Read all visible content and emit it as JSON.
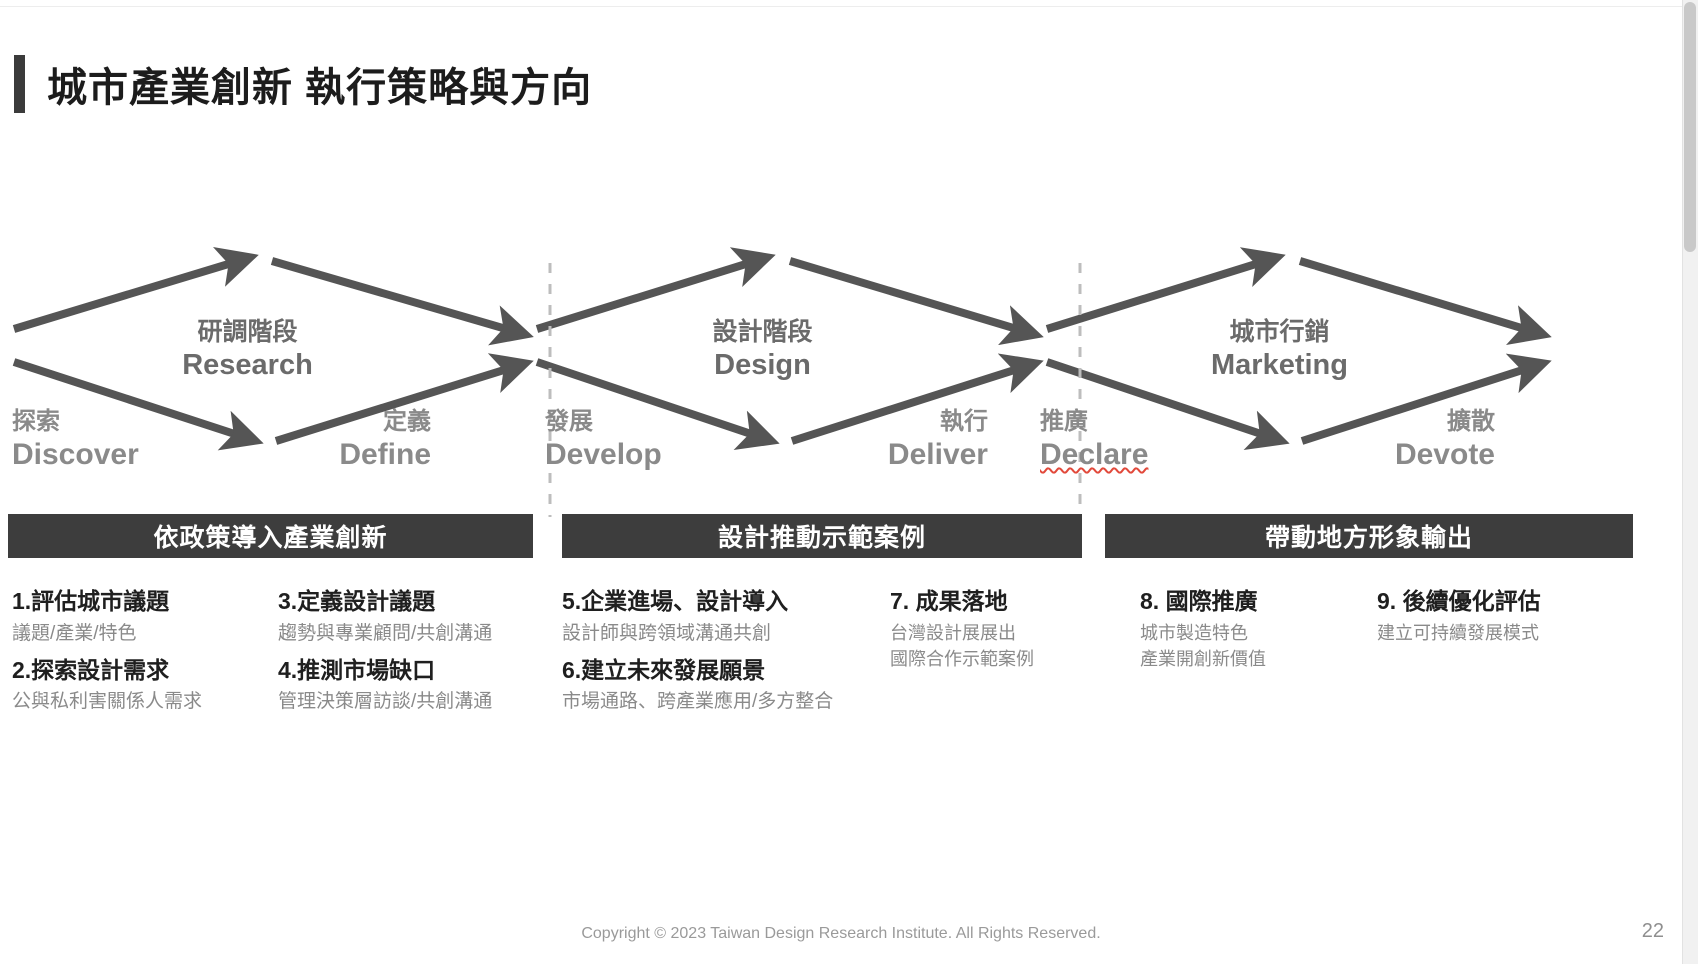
{
  "slide": {
    "title": "城市產業創新 執行策略與方向",
    "page_number": "22",
    "copyright": "Copyright © 2023 Taiwan Design Research Institute. All Rights Reserved.",
    "colors": {
      "accent_bar": "#3b3b3b",
      "band_background": "#3d3d3d",
      "band_text": "#ffffff",
      "arrow": "#555555",
      "phase_label": "#6b6b6b",
      "node_label": "#8a8a8a",
      "item_title": "#1f1f1f",
      "item_desc": "#8a8a8a",
      "spellcheck_underline": "#e2493b"
    }
  },
  "diagram": {
    "type": "triple-double-diamond",
    "phases": [
      {
        "cn": "研調階段",
        "en": "Research",
        "nodes": [
          {
            "cn": "探索",
            "en": "Discover",
            "spellcheck_error": false
          },
          {
            "cn": "定義",
            "en": "Define",
            "spellcheck_error": false
          }
        ]
      },
      {
        "cn": "設計階段",
        "en": "Design",
        "nodes": [
          {
            "cn": "發展",
            "en": "Develop",
            "spellcheck_error": false
          },
          {
            "cn": "執行",
            "en": "Deliver",
            "spellcheck_error": false
          }
        ]
      },
      {
        "cn": "城市行銷",
        "en": "Marketing",
        "nodes": [
          {
            "cn": "推廣",
            "en": "Declare",
            "spellcheck_error": true
          },
          {
            "cn": "擴散",
            "en": "Devote",
            "spellcheck_error": false
          }
        ]
      }
    ]
  },
  "bands": [
    {
      "label": "依政策導入產業創新"
    },
    {
      "label": "設計推動示範案例"
    },
    {
      "label": "帶動地方形象輸出"
    }
  ],
  "columns": [
    {
      "items": [
        {
          "title": "1.評估城市議題",
          "desc": "議題/產業/特色"
        },
        {
          "title": "2.探索設計需求",
          "desc": "公與私利害關係人需求"
        }
      ]
    },
    {
      "items": [
        {
          "title": "3.定義設計議題",
          "desc": "趨勢與專業顧問/共創溝通"
        },
        {
          "title": "4.推測市場缺口",
          "desc": "管理決策層訪談/共創溝通"
        }
      ]
    },
    {
      "items": [
        {
          "title": "5.企業進場、設計導入",
          "desc": "設計師與跨領域溝通共創"
        },
        {
          "title": "6.建立未來發展願景",
          "desc": "市場通路、跨產業應用/多方整合"
        }
      ]
    },
    {
      "items": [
        {
          "title": "7. 成果落地",
          "desc": "台灣設計展展出",
          "desc2": "國際合作示範案例"
        }
      ]
    },
    {
      "items": [
        {
          "title": "8. 國際推廣",
          "desc": "城市製造特色",
          "desc2": "產業開創新價值"
        }
      ]
    },
    {
      "items": [
        {
          "title": "9. 後續優化評估",
          "desc": "建立可持續發展模式"
        }
      ]
    }
  ]
}
